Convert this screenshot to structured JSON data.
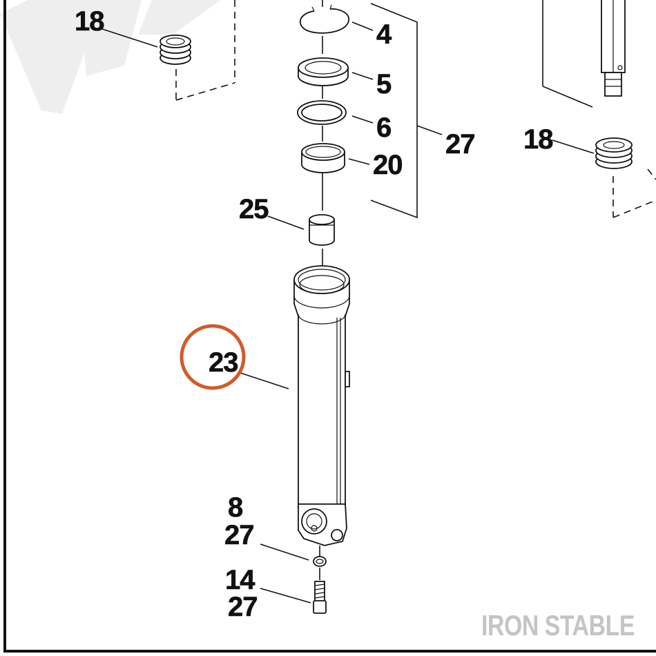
{
  "callouts": {
    "c18_left": "18",
    "c18_right": "18",
    "c4": "4",
    "c5": "5",
    "c6": "6",
    "c20": "20",
    "c27_bracket": "27",
    "c25": "25",
    "c23": "23",
    "c8": "8",
    "c27_oring": "27",
    "c14": "14",
    "c27_screw": "27"
  },
  "highlight": {
    "part": "23",
    "color": "#d4592a"
  },
  "watermark": {
    "text": "IRON STABLE"
  },
  "colors": {
    "frame": "#111111",
    "watermark": "#c4c4c4",
    "stripes": "#eeeeee"
  }
}
